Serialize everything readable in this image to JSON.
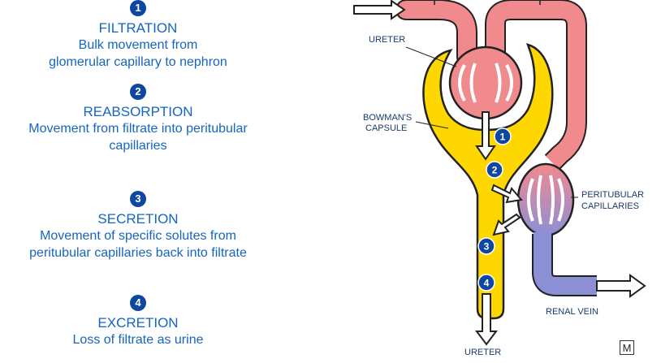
{
  "steps": [
    {
      "number": "1",
      "title": "FILTRATION",
      "description": [
        "Bulk movement from",
        "glomerular capillary to nephron"
      ]
    },
    {
      "number": "2",
      "title": "REABSORPTION",
      "description": [
        "Movement from filtrate into peritubular",
        "capillaries"
      ]
    },
    {
      "number": "3",
      "title": "SECRETION",
      "description": [
        "Movement of specific solutes from",
        "peritubular capillaries back into filtrate"
      ]
    },
    {
      "number": "4",
      "title": "EXCRETION",
      "description": [
        "Loss of filtrate as urine"
      ]
    }
  ],
  "diagram": {
    "labels": {
      "ureter_top": "URETER",
      "bowmans_capsule": [
        "BOWMAN'S",
        "CAPSULE"
      ],
      "peritubular_capillaries": [
        "PERITUBULAR",
        "CAPILLARIES"
      ],
      "renal_vein": "RENAL VEIN",
      "ureter_bottom": "URETER"
    },
    "badges": [
      "1",
      "2",
      "3",
      "4"
    ],
    "colors": {
      "artery": "#f08a8c",
      "vein": "#8b8fd6",
      "tubule": "#ffd700",
      "badge": "#0d47a1",
      "text": "#1565c0",
      "label": "#1a3a6b"
    }
  },
  "logo": "M"
}
